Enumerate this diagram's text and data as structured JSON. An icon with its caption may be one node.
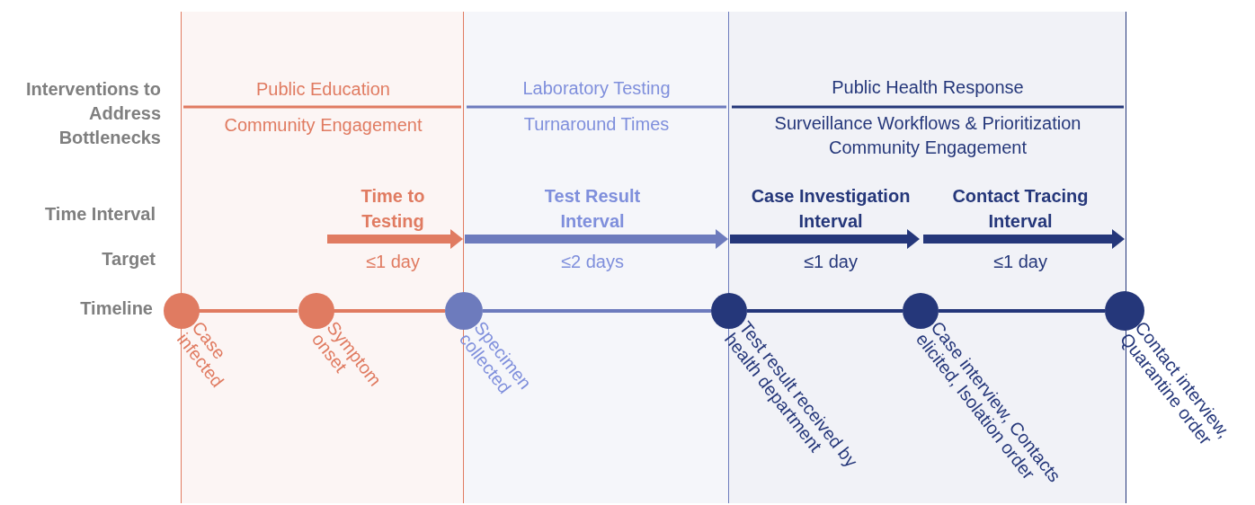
{
  "diagram": {
    "nodes": [
      {
        "text": [
          "Public Education",
          "Community Engagement"
        ]
      },
      {
        "text": [
          "Laboratory Testing",
          "Turnaround Times"
        ]
      },
      {
        "text": [
          "Public Health Response",
          "Surveillance Workflows & Prioritization",
          "Community Engagement"
        ]
      },
      {
        "text": [
          "Case infected"
        ],
        "in": 0
      },
      {
        "text": [
          "Symptom onset"
        ],
        "in": 0
      },
      {
        "text": [
          "Specimen collected"
        ],
        "in": 1
      },
      {
        "text": [
          "Test result received by health department"
        ],
        "in": 2
      },
      {
        "text": [
          "Case interview, Contacts elicited, Isolation order"
        ],
        "in": 2
      },
      {
        "text": [
          "Contact interview, Quarantine order"
        ]
      }
    ],
    "edges": [
      {
        "from": 3,
        "to": 4,
        "arrow": "none",
        "color": "#e07b61"
      },
      {
        "from": 4,
        "to": 5,
        "arrow": "none",
        "color": "#e07b61"
      },
      {
        "from": 5,
        "to": 6,
        "arrow": "none",
        "color": "#6d7bbd"
      },
      {
        "from": 6,
        "to": 7,
        "arrow": "none",
        "color": "#25377a"
      },
      {
        "from": 7,
        "to": 8,
        "arrow": "none",
        "color": "#25377a"
      }
    ],
    "labels": [
      "Interventions to Address Bottlenecks",
      "Time Interval",
      "Time to Testing",
      "Test Result Interval",
      "Case Investigation Interval",
      "Contact Tracing Interval",
      "Target",
      "≤1 day",
      "≤2 days",
      "≤1 day",
      "≤1 day",
      "Timeline"
    ]
  }
}
